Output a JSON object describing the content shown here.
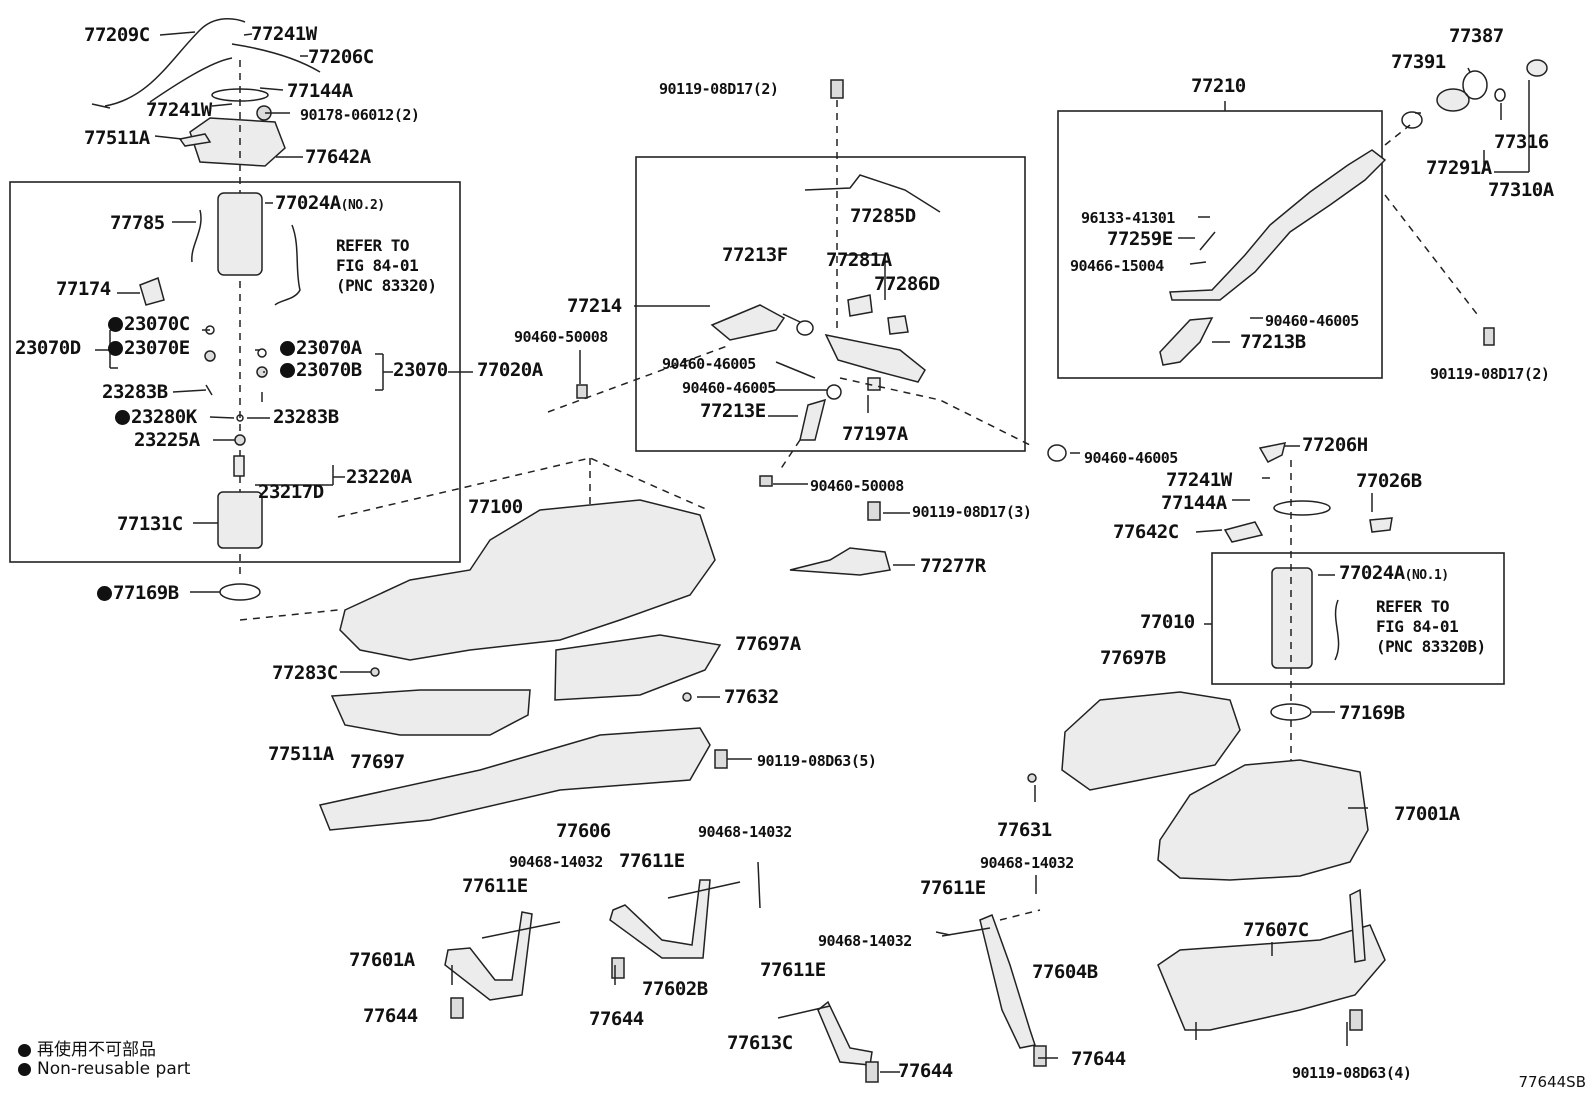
{
  "figure_id": "77644SB",
  "legend": {
    "jp": "再使用不可部品",
    "en": "Non-reusable part"
  },
  "refer": {
    "left": [
      "REFER TO",
      "FIG 84-01",
      "(PNC 83320)"
    ],
    "right": [
      "REFER TO",
      "FIG 84-01",
      "(PNC 83320B)"
    ]
  },
  "labels": {
    "p77209C": "77209C",
    "p77241W_a": "77241W",
    "p77206C": "77206C",
    "p77144A_a": "77144A",
    "p77241W_b": "77241W",
    "p90178": "90178-06012(2)",
    "p77511A_a": "77511A",
    "p77642A": "77642A",
    "p77024A_no2": "77024A",
    "no2": "(NO.2)",
    "p77785": "77785",
    "p77174": "77174",
    "p23070C": "23070C",
    "p23070D": "23070D",
    "p23070E": "23070E",
    "p23070A": "23070A",
    "p23070B": "23070B",
    "p23070": "23070",
    "p77020A": "77020A",
    "p23283B_a": "23283B",
    "p23280K": "23280K",
    "p23283B_b": "23283B",
    "p23225A": "23225A",
    "p23220A": "23220A",
    "p23217D": "23217D",
    "p77131C": "77131C",
    "p77169B_a": "77169B",
    "p77100": "77100",
    "p77283C": "77283C",
    "p77511A_b": "77511A",
    "p77697": "77697",
    "p77697A": "77697A",
    "p77632": "77632",
    "p90119_08D63_5": "90119-08D63(5)",
    "p77606": "77606",
    "p90468_a": "90468-14032",
    "p90468_b": "90468-14032",
    "p77611E_a": "77611E",
    "p77611E_b": "77611E",
    "p77601A": "77601A",
    "p77602B": "77602B",
    "p77644_a": "77644",
    "p77644_b": "77644",
    "p90119_08D17_2a": "90119-08D17(2)",
    "p77214": "77214",
    "p90460_50008_a": "90460-50008",
    "p77213F": "77213F",
    "p77285D": "77285D",
    "p77281A": "77281A",
    "p77286D": "77286D",
    "p90460_46005_a": "90460-46005",
    "p90460_46005_b": "90460-46005",
    "p77213E": "77213E",
    "p77197A": "77197A",
    "p90460_50008_b": "90460-50008",
    "p90119_08D17_3": "90119-08D17(3)",
    "p77277R": "77277R",
    "p90468_c": "90468-14032",
    "p77611E_c": "77611E",
    "p77613C": "77613C",
    "p77644_c": "77644",
    "p77611E_d": "77611E",
    "p90468_d": "90468-14032",
    "p77604B": "77604B",
    "p77644_d": "77644",
    "p77631": "77631",
    "p77210": "77210",
    "p96133": "96133-41301",
    "p77259E": "77259E",
    "p90466": "90466-15004",
    "p90460_46005_c": "90460-46005",
    "p77213B": "77213B",
    "p77391": "77391",
    "p77387": "77387",
    "p77316": "77316",
    "p77291A": "77291A",
    "p77310A": "77310A",
    "p90119_08D17_2b": "90119-08D17(2)",
    "p90460_46005_d": "90460-46005",
    "p77206H": "77206H",
    "p77241W_c": "77241W",
    "p77144A_b": "77144A",
    "p77026B": "77026B",
    "p77642C": "77642C",
    "p77024A_no1": "77024A",
    "no1": "(NO.1)",
    "p77010": "77010",
    "p77169B_b": "77169B",
    "p77697B": "77697B",
    "p77001A": "77001A",
    "p77607C": "77607C",
    "p90119_08D63_4": "90119-08D63(4)"
  }
}
